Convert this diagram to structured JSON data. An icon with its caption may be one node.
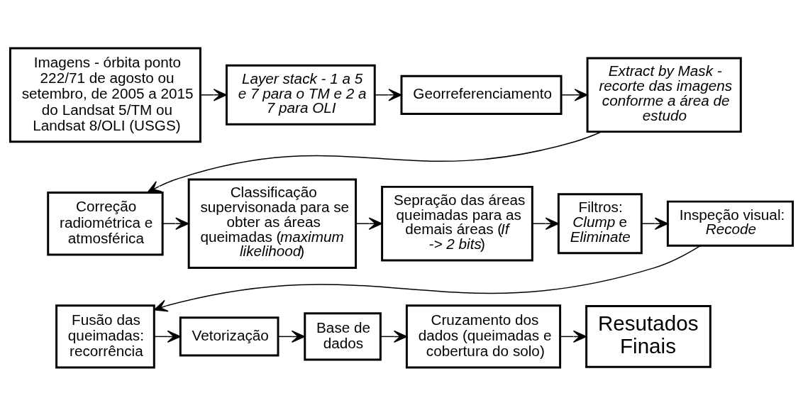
{
  "diagram": {
    "nodes": [
      {
        "text": [
          "Imagens - órbita ponto 222/71 de agosto ou setembro, de 2005 a 2015 do Landsat 5/TM ou Landsat 8/OLI (USGS)"
        ]
      },
      {
        "text": [
          "Layer stack - 1 a 5 e 7 para o TM e 2 a 7 para OLI"
        ]
      },
      {
        "text": [
          "Georreferenciamento"
        ]
      },
      {
        "text": [
          "Extract by Mask - recorte das imagens conforme a área de estudo"
        ]
      },
      {
        "text": [
          "Correção radiométrica e atmosférica"
        ]
      },
      {
        "text": [
          "Classificação supervisonada para se obter as áreas queimadas (*maximum likelihood*)"
        ]
      },
      {
        "text": [
          "Sepração das áreas queimadas para as demais áreas (*If -> 2 bits*)"
        ]
      },
      {
        "text": [
          "Filtros: *Clump* e *Eliminate*"
        ]
      },
      {
        "text": [
          "Inspeção visual: *Recode*"
        ]
      },
      {
        "text": [
          "Fusão das queimadas: recorrência"
        ]
      },
      {
        "text": [
          "Vetorização"
        ]
      },
      {
        "text": [
          "Base de dados"
        ]
      },
      {
        "text": [
          "Cruzamento dos dados (queimadas e cobertura do solo)"
        ]
      },
      {
        "text": [
          "Resutados Finais"
        ]
      }
    ],
    "edges": [
      {
        "from": 0,
        "to": 1,
        "arrow": "to"
      },
      {
        "from": 1,
        "to": 2,
        "arrow": "to"
      },
      {
        "from": 2,
        "to": 3,
        "arrow": "to"
      },
      {
        "from": 3,
        "to": 4,
        "arrow": "to"
      },
      {
        "from": 4,
        "to": 5,
        "arrow": "to"
      },
      {
        "from": 5,
        "to": 6,
        "arrow": "to"
      },
      {
        "from": 6,
        "to": 7,
        "arrow": "to"
      },
      {
        "from": 7,
        "to": 8,
        "arrow": "to"
      },
      {
        "from": 8,
        "to": 9,
        "arrow": "to"
      },
      {
        "from": 9,
        "to": 10,
        "arrow": "to"
      },
      {
        "from": 10,
        "to": 11,
        "arrow": "to"
      },
      {
        "from": 11,
        "to": 12,
        "arrow": "to"
      },
      {
        "from": 12,
        "to": 13,
        "arrow": "to"
      }
    ]
  }
}
